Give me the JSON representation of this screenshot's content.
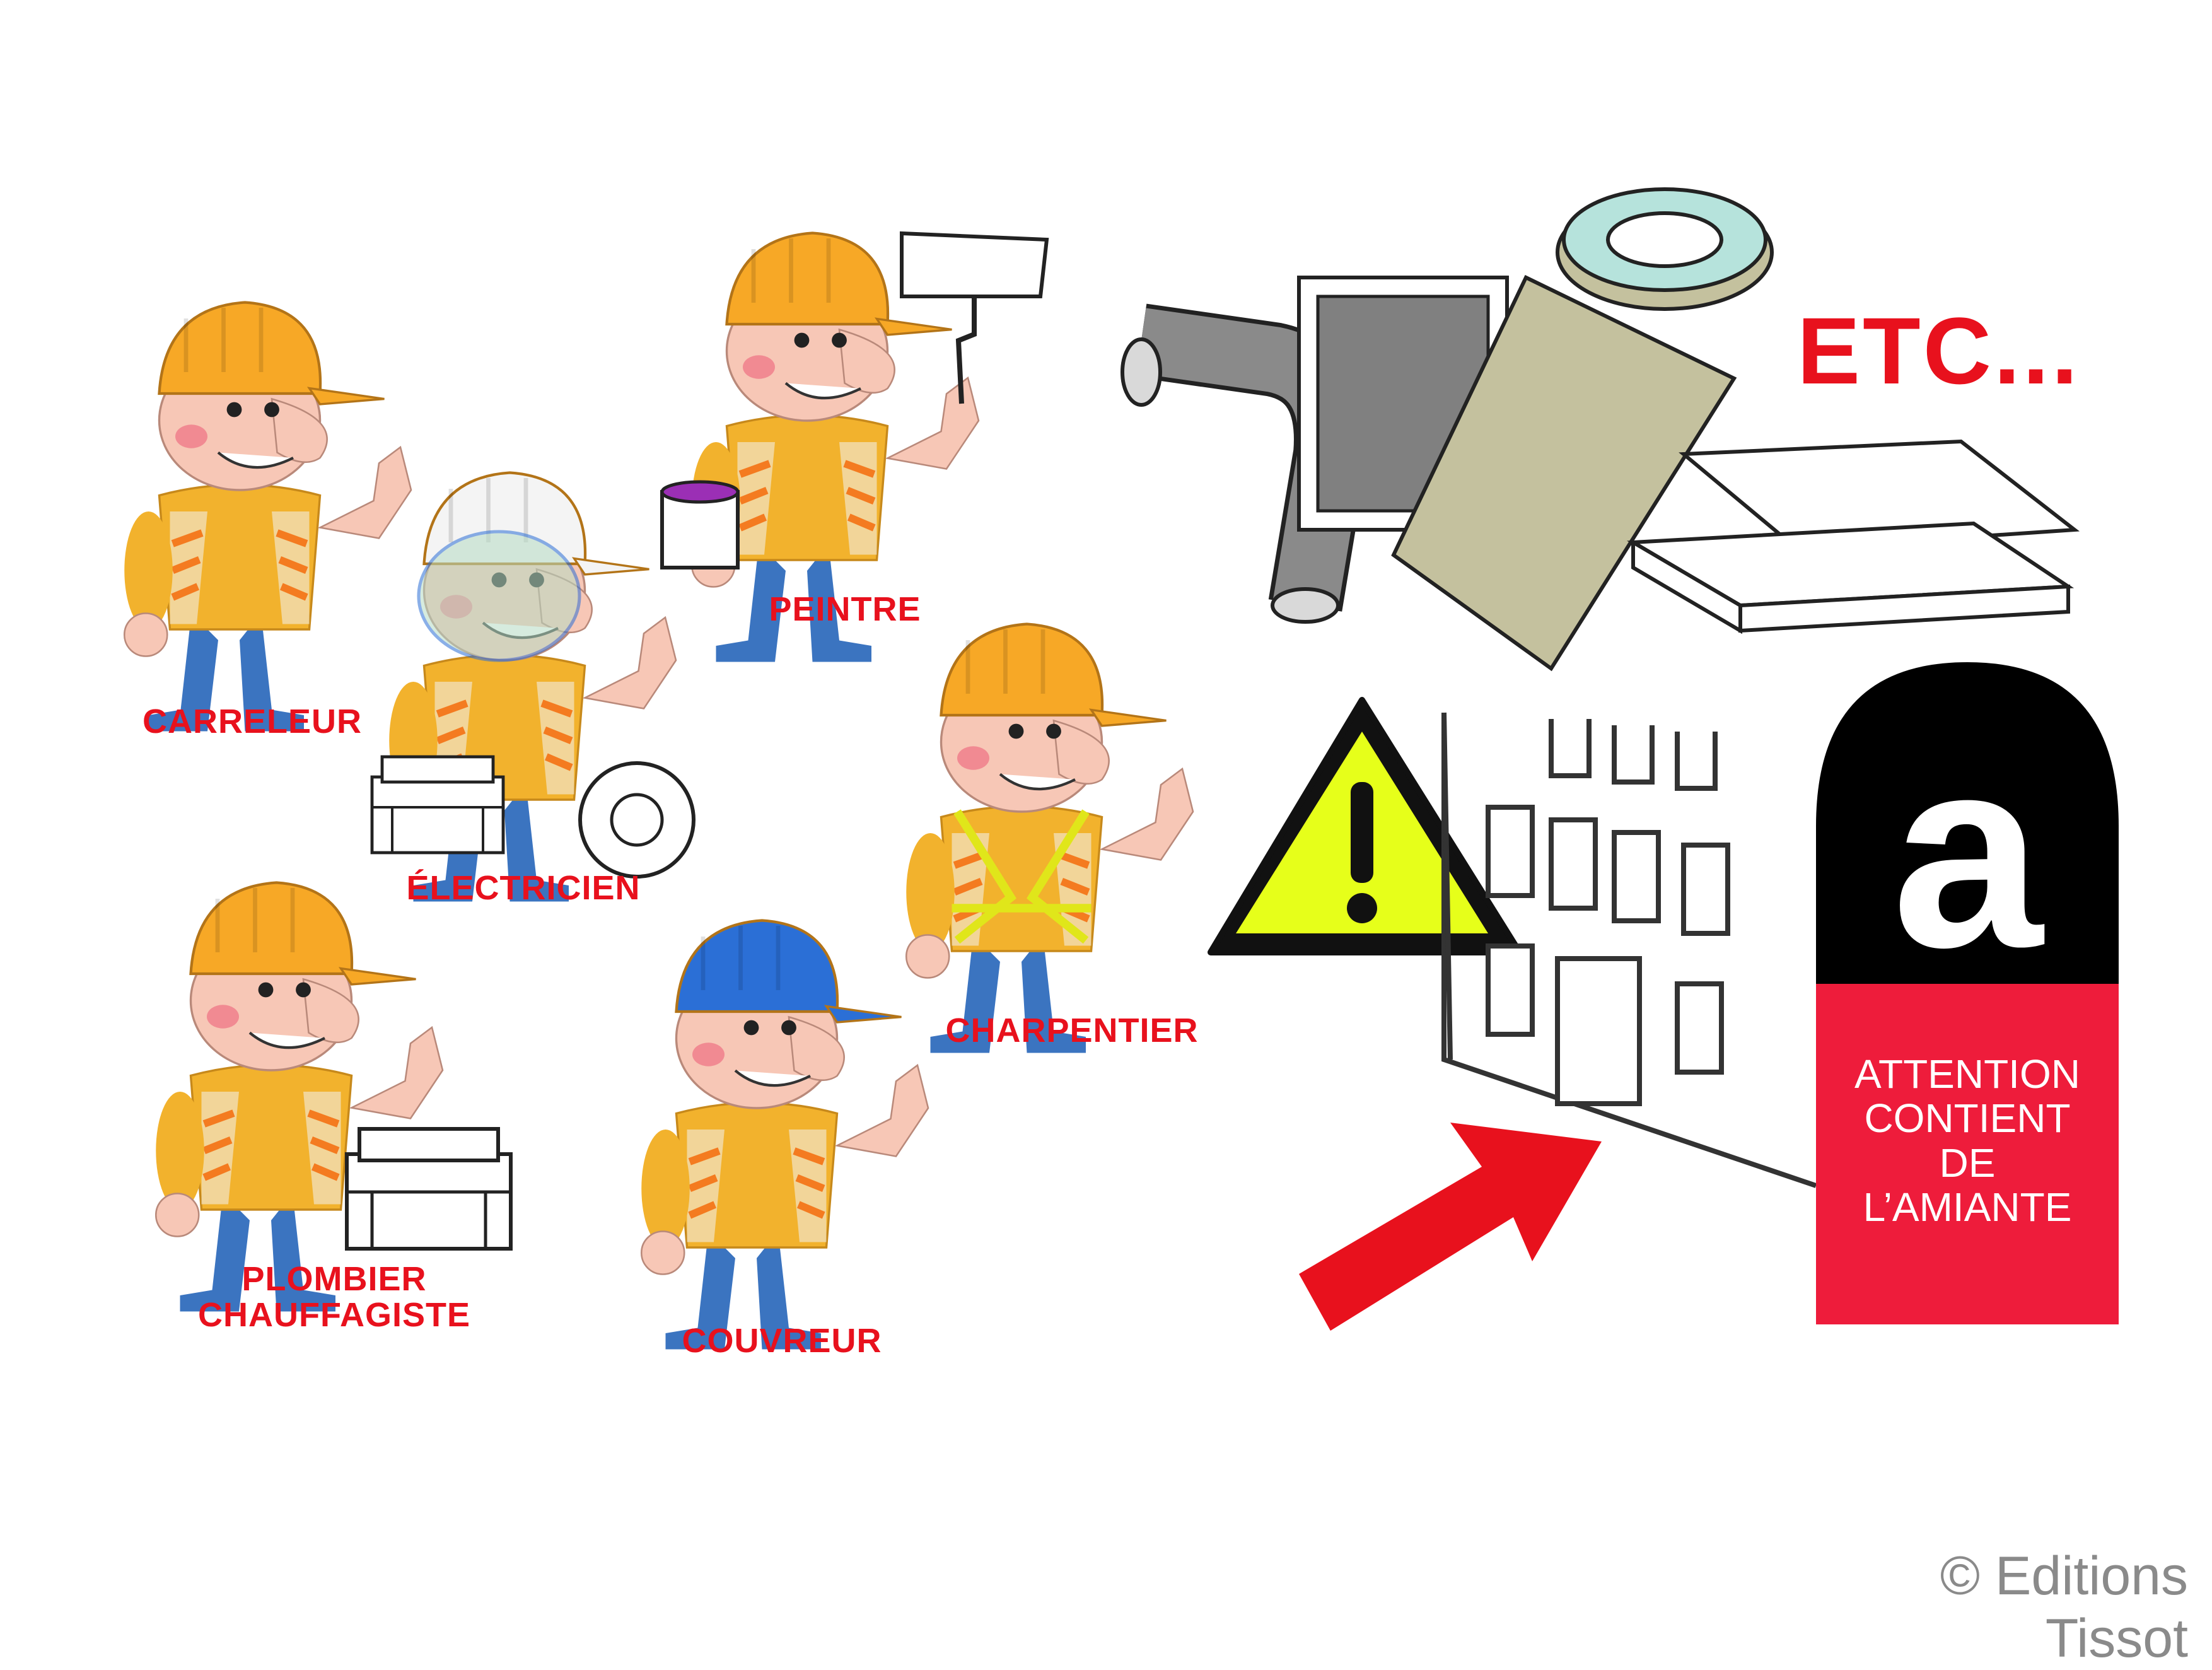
{
  "trades": [
    {
      "id": "carreleur",
      "label": "CARRELEUR"
    },
    {
      "id": "electricien",
      "label": "ÉLECTRICIEN"
    },
    {
      "id": "peintre",
      "label": "PEINTRE"
    },
    {
      "id": "plombier",
      "label": "PLOMBIER\nCHAUFFAGISTE"
    },
    {
      "id": "couvreur",
      "label": "COUVREUR"
    },
    {
      "id": "charpentier",
      "label": "CHARPENTIER"
    }
  ],
  "etc_label": "ETC...",
  "asbestos_logo": {
    "letter": "a",
    "warning_text": "ATTENTION\nCONTIENT\nDE\nL’AMIANTE"
  },
  "copyright": "© Editions Tissot",
  "icons": [
    "pipe-icon",
    "roof-tiles-icon",
    "warning-triangle-icon",
    "building-icon",
    "arrow-icon",
    "asbestos-logo-icon"
  ],
  "colors": {
    "label_red": "#e8111d",
    "helmet_orange": "#f7a826",
    "helmet_blue": "#2b6fd6",
    "helmet_white": "#ffffff",
    "vest_yellow": "#f2b22d",
    "warning_yellow": "#e6ff1a",
    "logo_black": "#000000"
  }
}
